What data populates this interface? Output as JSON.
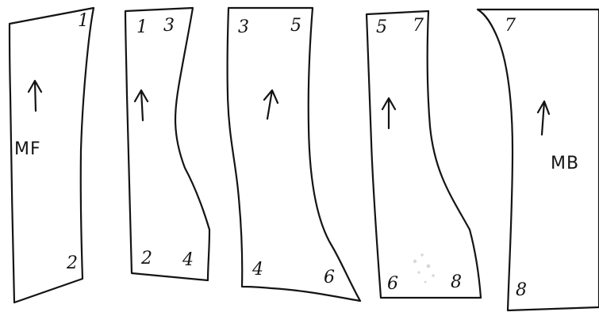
{
  "strips": [
    {
      "corner_labels": {
        "top_left": "",
        "top_right": "1",
        "bottom_left": "",
        "bottom_right": "2"
      },
      "side_label": "MF"
    },
    {
      "corner_labels": {
        "top_left": "1",
        "top_right": "3",
        "bottom_left": "2",
        "bottom_right": "4"
      },
      "side_label": ""
    },
    {
      "corner_labels": {
        "top_left": "3",
        "top_right": "5",
        "bottom_left": "4",
        "bottom_right": "6"
      },
      "side_label": ""
    },
    {
      "corner_labels": {
        "top_left": "5",
        "top_right": "7",
        "bottom_left": "6",
        "bottom_right": "8"
      },
      "side_label": ""
    },
    {
      "corner_labels": {
        "top_left": "7",
        "top_right": "",
        "bottom_left": "8",
        "bottom_right": ""
      },
      "side_label": "MB"
    }
  ],
  "arrow_direction": "up",
  "ink_color": "#141414",
  "background_color": "#ffffff"
}
